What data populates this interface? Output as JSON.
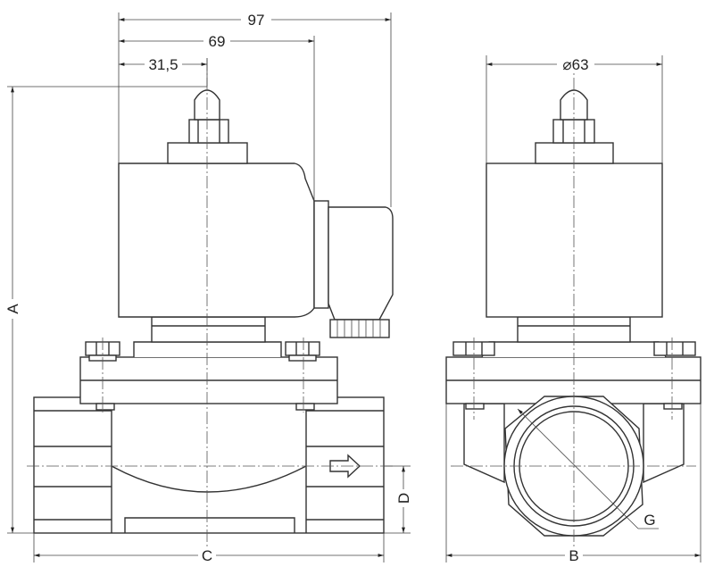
{
  "dimensions": {
    "overall_width": "97",
    "coil_width": "69",
    "center_offset": "31,5",
    "coil_diameter": "⌀63",
    "height": "A",
    "depth": "B",
    "length": "C",
    "port_height": "D",
    "thread": "G"
  },
  "colors": {
    "line": "#333333",
    "background": "#ffffff"
  }
}
